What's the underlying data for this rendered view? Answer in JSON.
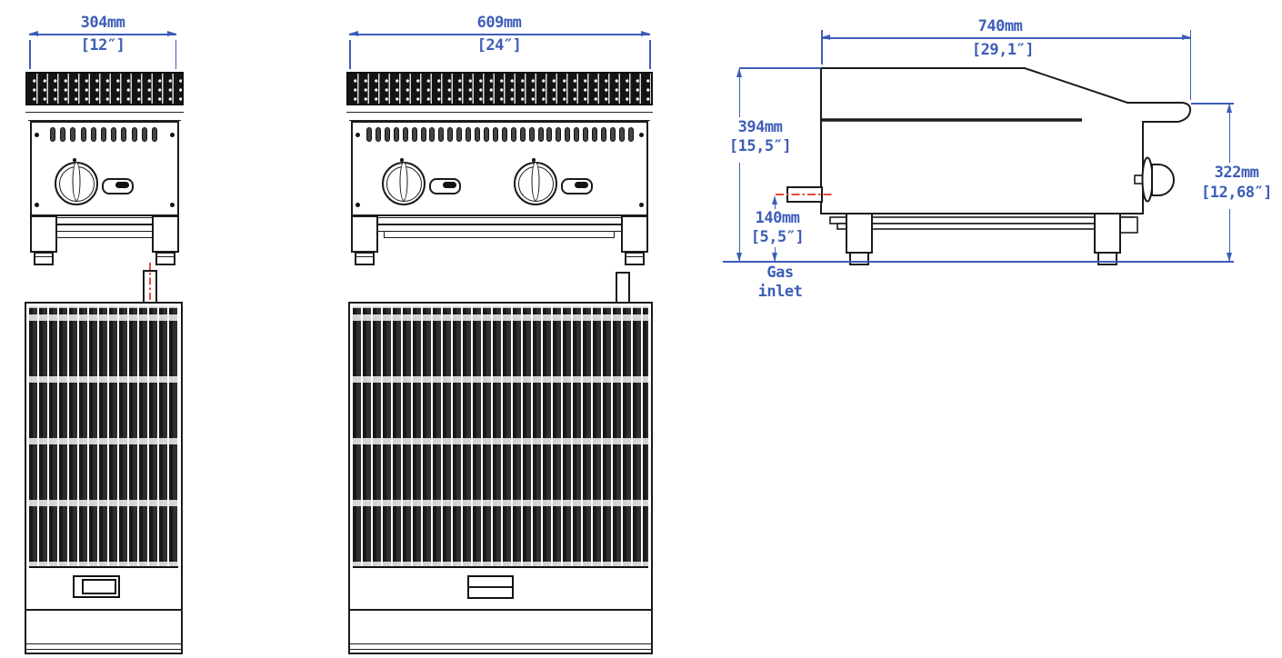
{
  "colors": {
    "dimension_blue": "#3d5db8",
    "line_black": "#1a1a1a",
    "centerline_red": "#e8493f"
  },
  "dimensions": {
    "front_small_width": {
      "mm": "304mm",
      "inch": "[12″]"
    },
    "front_large_width": {
      "mm": "609mm",
      "inch": "[24″]"
    },
    "side_depth": {
      "mm": "740mm",
      "inch": "[29,1″]"
    },
    "side_height_back": {
      "mm": "394mm",
      "inch": "[15,5″]"
    },
    "side_height_front": {
      "mm": "322mm",
      "inch": "[12,68″]"
    },
    "gas_inlet_height": {
      "mm": "140mm",
      "inch": "[5,5″]"
    }
  },
  "labels": {
    "gas_inlet_line1": "Gas",
    "gas_inlet_line2": "inlet"
  },
  "features": {
    "front_small_vent_count": 11,
    "front_large_vent_count": 30,
    "front_small_burner_count": 1,
    "front_large_burner_count": 2
  }
}
